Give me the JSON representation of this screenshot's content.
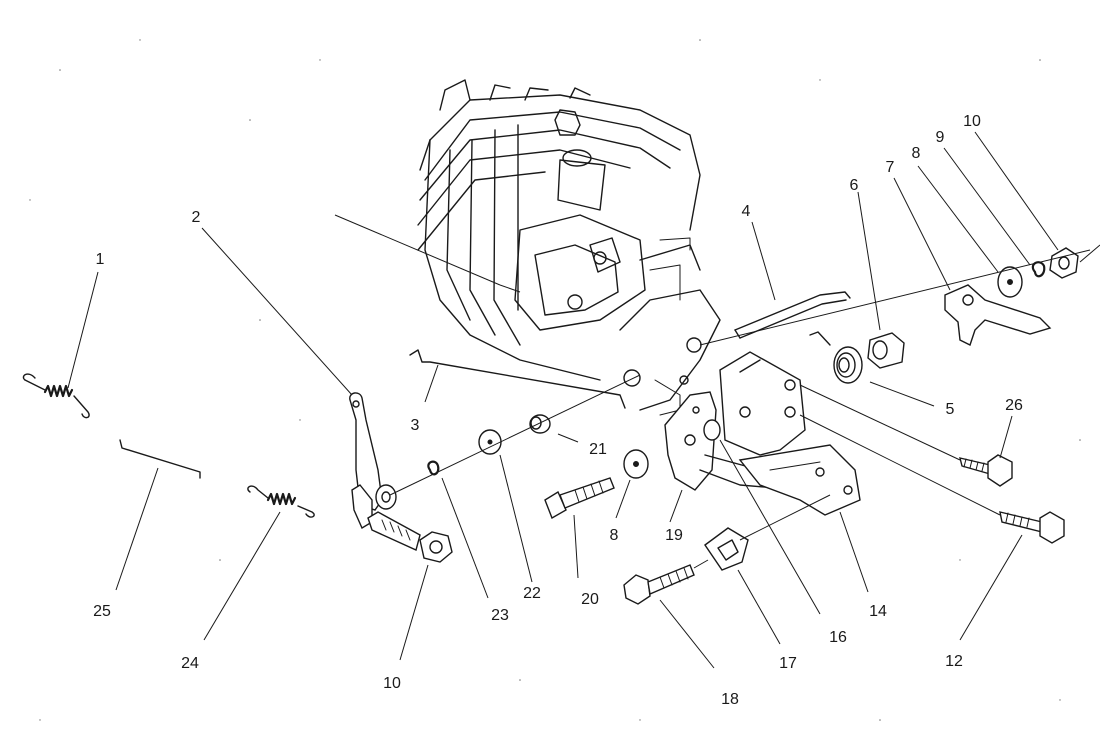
{
  "part_labels": [
    {
      "id": "p1",
      "text": "1"
    },
    {
      "id": "p2",
      "text": "2"
    },
    {
      "id": "p3",
      "text": "3"
    },
    {
      "id": "p4",
      "text": "4"
    },
    {
      "id": "p5",
      "text": "5"
    },
    {
      "id": "p6",
      "text": "6"
    },
    {
      "id": "p7",
      "text": "7"
    },
    {
      "id": "p8a",
      "text": "8"
    },
    {
      "id": "p9",
      "text": "9"
    },
    {
      "id": "p10a",
      "text": "10"
    },
    {
      "id": "p26",
      "text": "26"
    },
    {
      "id": "p21",
      "text": "21"
    },
    {
      "id": "p8b",
      "text": "8"
    },
    {
      "id": "p19",
      "text": "19"
    },
    {
      "id": "p20",
      "text": "20"
    },
    {
      "id": "p22",
      "text": "22"
    },
    {
      "id": "p23",
      "text": "23"
    },
    {
      "id": "p25",
      "text": "25"
    },
    {
      "id": "p24",
      "text": "24"
    },
    {
      "id": "p10b",
      "text": "10"
    },
    {
      "id": "p18",
      "text": "18"
    },
    {
      "id": "p17",
      "text": "17"
    },
    {
      "id": "p16",
      "text": "16"
    },
    {
      "id": "p14",
      "text": "14"
    },
    {
      "id": "p12",
      "text": "12"
    }
  ],
  "colors": {
    "ink": "#1a1a1a",
    "paper": "#ffffff"
  }
}
